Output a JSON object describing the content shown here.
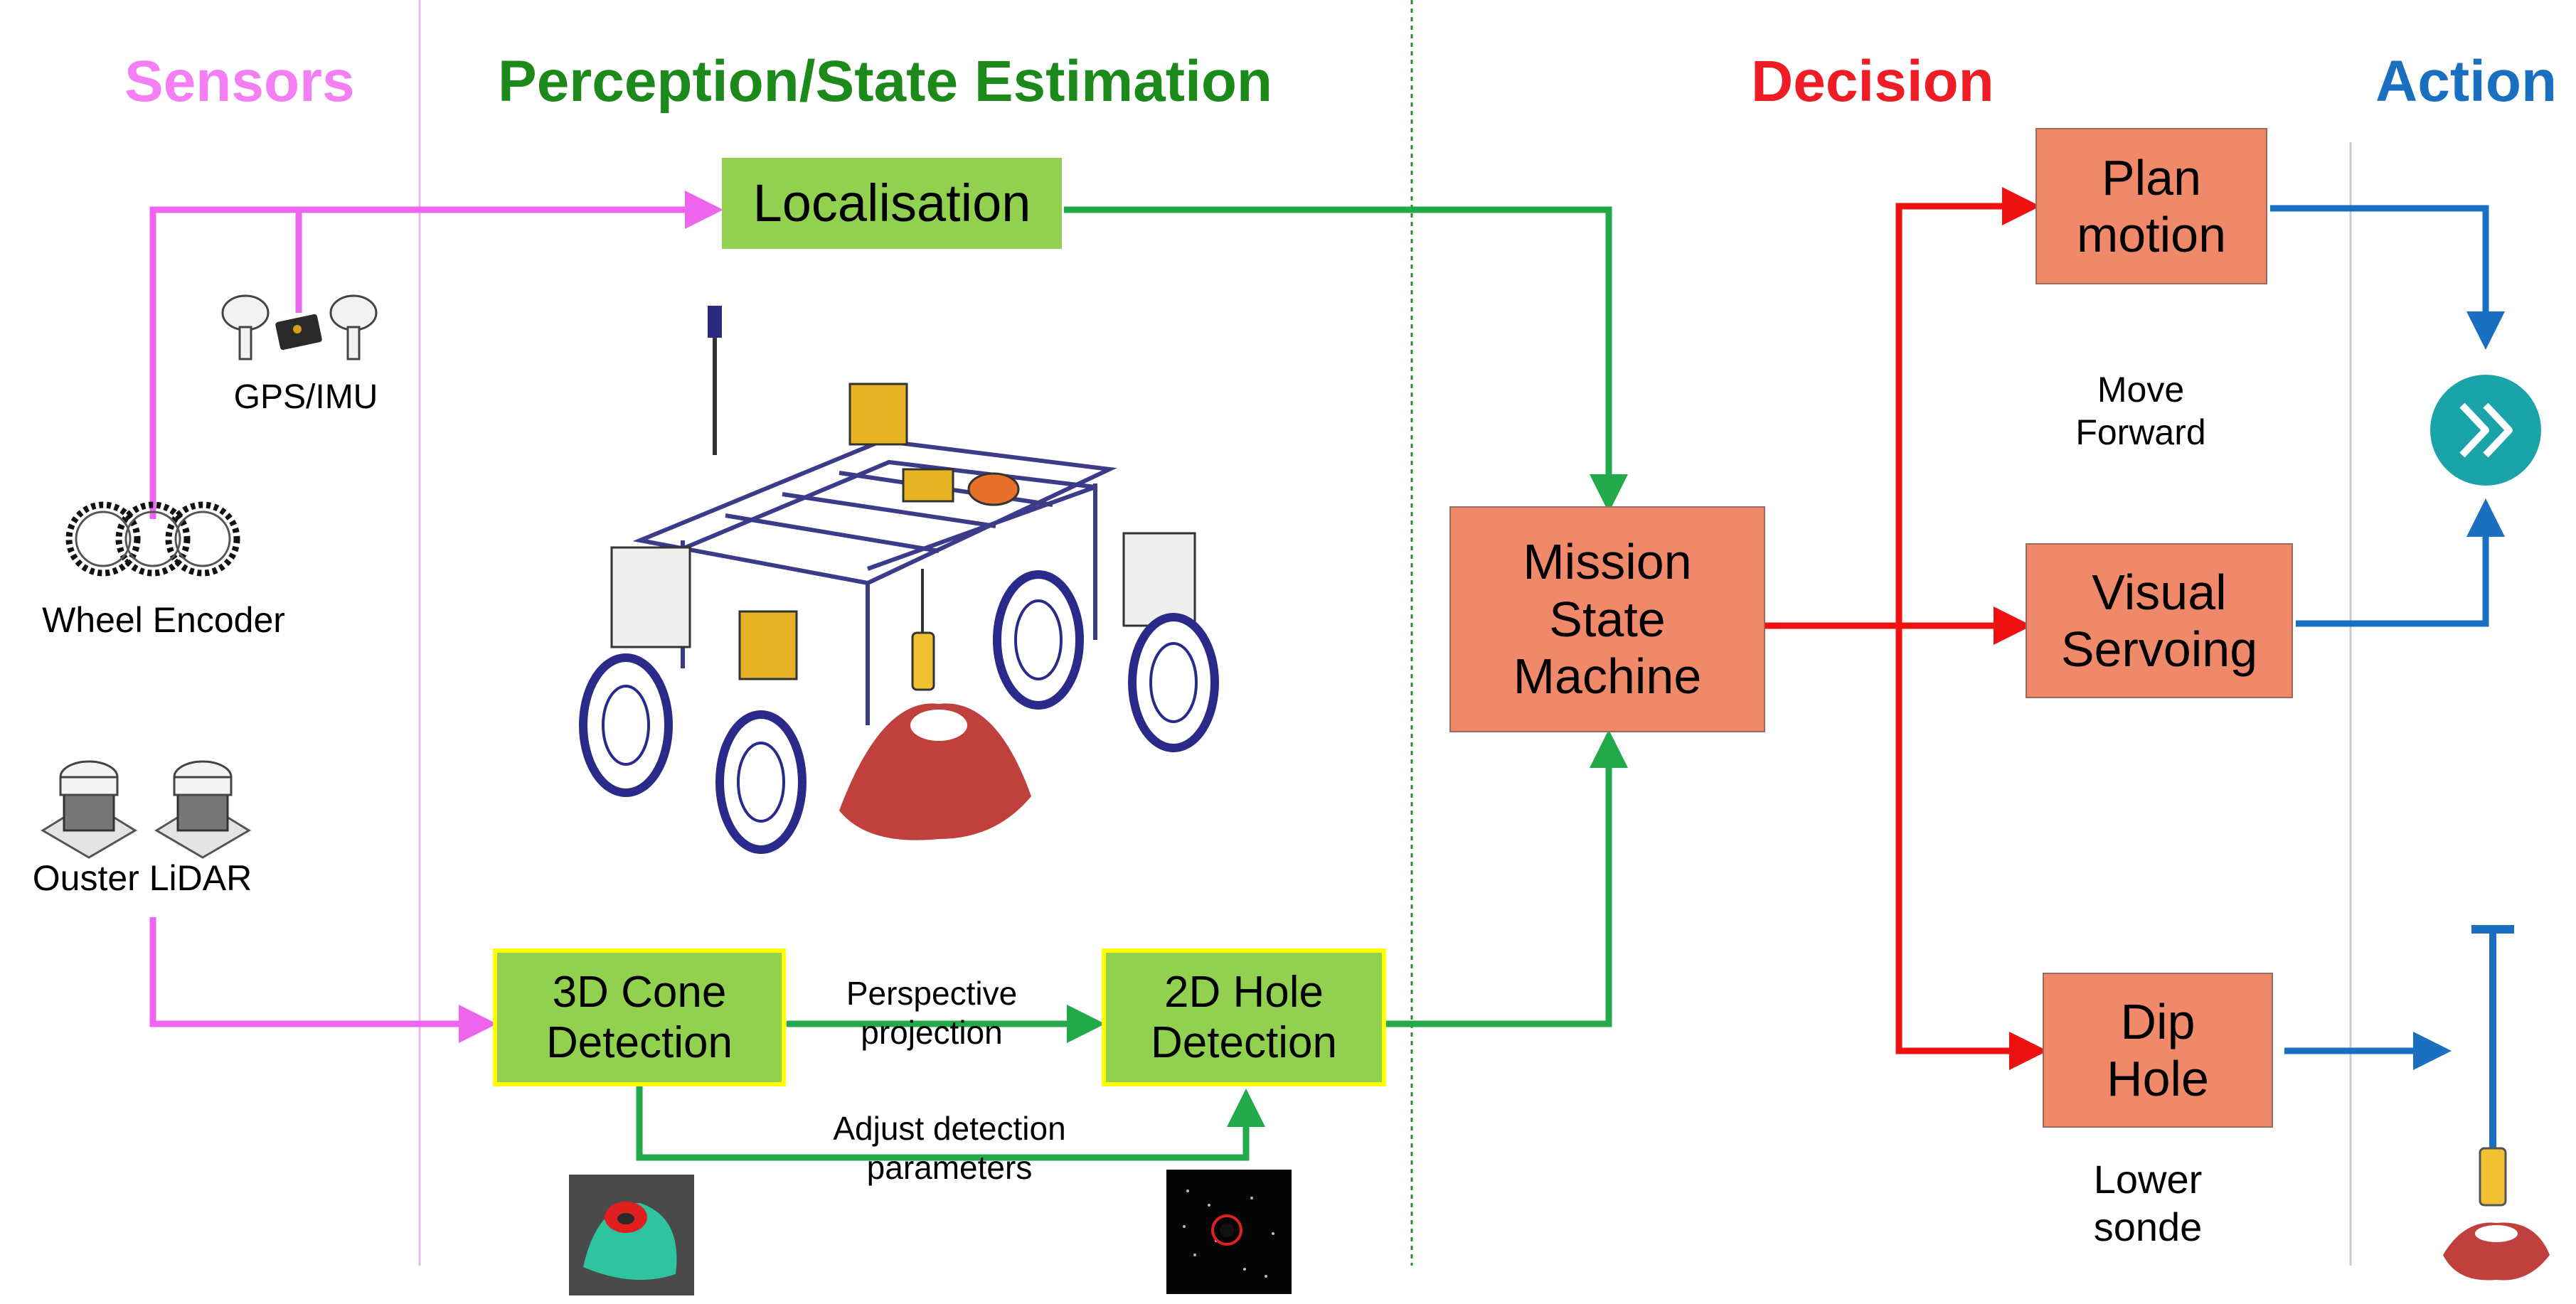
{
  "columns": {
    "sensors": "Sensors",
    "perception": "Perception/State Estimation",
    "decision": "Decision",
    "action": "Action"
  },
  "colors": {
    "sensors": "#f47ef4",
    "perception": "#1b8a1b",
    "decision": "#ee1c25",
    "action": "#1a6fc0",
    "green_box": "#92d050",
    "orange_box": "#f0896a",
    "highlight_border": "#ffff00",
    "green_arrow": "#22aa4a",
    "red_arrow": "#ee1111",
    "blue_arrow": "#1a6fc0",
    "pink_arrow": "#ee66ee"
  },
  "sensors": {
    "gps": "GPS/IMU",
    "wheel": "Wheel Encoder",
    "lidar": "Ouster LiDAR"
  },
  "perception": {
    "localisation": "Localisation",
    "cone_line1": "3D Cone",
    "cone_line2": "Detection",
    "hole_line1": "2D Hole",
    "hole_line2": "Detection",
    "persp_line1": "Perspective",
    "persp_line2": "projection",
    "adjust_line1": "Adjust detection",
    "adjust_line2": "parameters"
  },
  "decision": {
    "msm_line1": "Mission",
    "msm_line2": "State",
    "msm_line3": "Machine",
    "plan_line1": "Plan",
    "plan_line2": "motion",
    "visual_line1": "Visual",
    "visual_line2": "Servoing",
    "dip_line1": "Dip",
    "dip_line2": "Hole",
    "move_line1": "Move",
    "move_line2": "Forward",
    "lower_line1": "Lower",
    "lower_line2": "sonde"
  },
  "icons": [
    "gps-antenna-icon",
    "imu-icon",
    "wheel-encoder-icon",
    "lidar-icon",
    "robot-vehicle-image",
    "forward-icon",
    "sonde-icon",
    "cone-pointcloud-image",
    "hole-image"
  ]
}
